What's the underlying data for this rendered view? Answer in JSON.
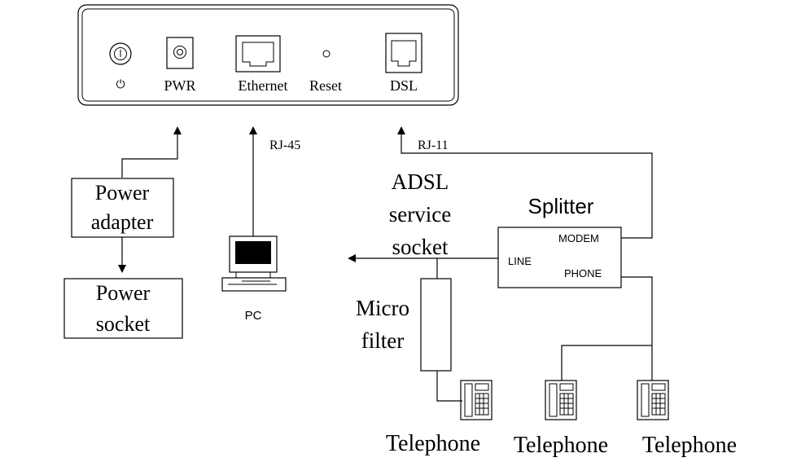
{
  "router_panel": {
    "power_button_symbol": "⏻",
    "pwr_label": "PWR",
    "ethernet_label": "Ethernet",
    "reset_label": "Reset",
    "dsl_label": "DSL"
  },
  "cables": {
    "rj45_label": "RJ-45",
    "rj11_label": "RJ-11"
  },
  "power_adapter": {
    "line1": "Power",
    "line2": "adapter"
  },
  "power_socket": {
    "line1": "Power",
    "line2": "socket"
  },
  "pc": {
    "label": "PC"
  },
  "adsl_socket": {
    "line1": "ADSL",
    "line2": "service",
    "line3": "socket"
  },
  "splitter": {
    "title": "Splitter",
    "modem_port": "MODEM",
    "line_port": "LINE",
    "phone_port": "PHONE"
  },
  "micro_filter": {
    "line1": "Micro",
    "line2": "filter"
  },
  "telephones": [
    {
      "label": "Telephone"
    },
    {
      "label": "Telephone"
    },
    {
      "label": "Telephone"
    }
  ]
}
